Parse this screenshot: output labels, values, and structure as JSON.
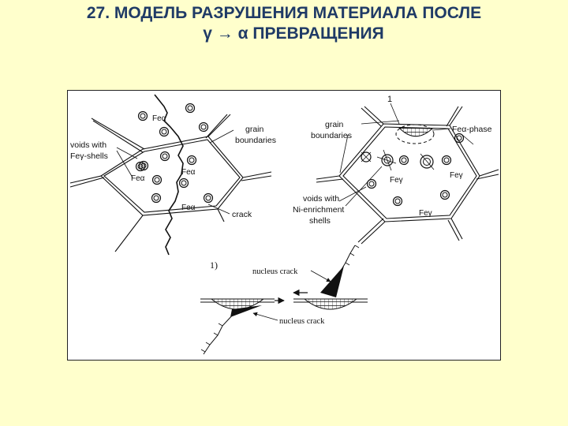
{
  "slide": {
    "title_line1": "27. МОДЕЛЬ РАЗРУШЕНИЯ МАТЕРИАЛА ПОСЛЕ",
    "title_line2": "γ → α ПРЕВРАЩЕНИЯ",
    "title_color": "#1f3a66",
    "background_color": "#ffffcc"
  },
  "figure": {
    "left_panel": {
      "label_fe_alpha_1": "Feα",
      "label_fe_alpha_2": "Feα",
      "label_fe_alpha_3": "Feα",
      "label_fe_alpha_4": "Feα",
      "label_voids_line1": "voids with",
      "label_voids_line2": "Feγ-shells",
      "label_grain_line1": "grain",
      "label_grain_line2": "boundaries",
      "label_crack": "crack"
    },
    "right_panel": {
      "label_number": "1",
      "label_grain_line1": "grain",
      "label_grain_line2": "boundaries",
      "label_phase": "Feα-phase",
      "label_fe_gamma_1": "Feγ",
      "label_fe_gamma_2": "Feγ",
      "label_fe_gamma_3": "Feγ",
      "label_voids_line1": "voids with",
      "label_voids_line2": "Ni-enrichment",
      "label_voids_line3": "shells"
    },
    "bottom_panel": {
      "label_number": "1)",
      "label_nucleus_crack_1": "nucleus crack",
      "label_nucleus_crack_2": "nucleus crack"
    }
  }
}
